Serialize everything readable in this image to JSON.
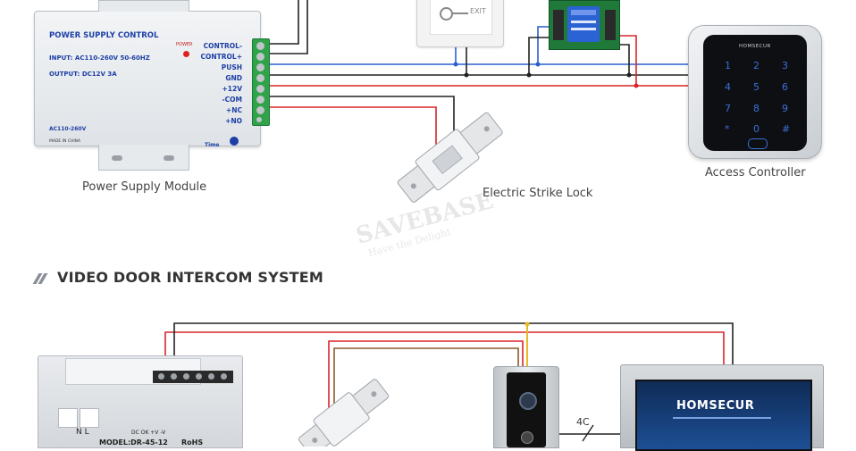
{
  "psu_module": {
    "title": "POWER SUPPLY CONTROL",
    "power_label": "POWER",
    "input": "INPUT: AC110-260V  50-60HZ",
    "output": "OUTPUT: DC12V  3A",
    "ac_label": "AC110-260V",
    "made_in": "MADE IN CHINA",
    "time_label": "Time",
    "terminals": [
      "CONTROL-",
      "CONTROL+",
      "PUSH",
      "GND",
      "+12V",
      "-COM",
      "+NC",
      "+NO"
    ],
    "caption": "Power Supply Module"
  },
  "exit_button": {
    "label": "EXIT"
  },
  "access_controller": {
    "brand": "HOMSECUR",
    "keys": [
      "1",
      "2",
      "3",
      "4",
      "5",
      "6",
      "7",
      "8",
      "9",
      "*",
      "0",
      "#"
    ],
    "caption": "Access Controller"
  },
  "strike_lock": {
    "caption": "Electric Strike Lock"
  },
  "watermark": {
    "line1": "SAVEBASE",
    "line2": "Have the Delight"
  },
  "section2": {
    "title": "VIDEO DOOR INTERCOM SYSTEM"
  },
  "din_psu": {
    "label_dc": "DC OK  +V    -V",
    "label_nl": "N  L",
    "model": "MODEL:DR-45-12",
    "rohs": "RoHS"
  },
  "cable": {
    "label": "4C"
  },
  "monitor": {
    "brand": "HOMSECUR"
  },
  "colors": {
    "red": "#d8252a",
    "blue": "#2b5fcf",
    "black": "#222222",
    "brown": "#8b5a2b",
    "yellow": "#e8b923"
  }
}
